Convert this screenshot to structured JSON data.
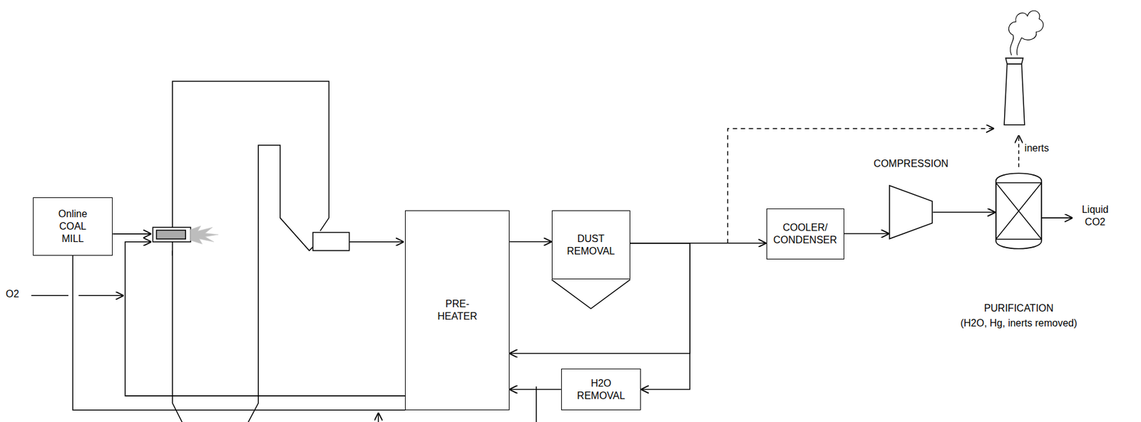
{
  "diagram": {
    "nodes": [
      {
        "text": [
          "Online COAL MILL"
        ]
      },
      {
        "text": [
          "PRE- HEATER"
        ]
      },
      {
        "text": [
          "DUST REMOVAL"
        ]
      },
      {
        "text": [
          "H2O REMOVAL"
        ]
      },
      {
        "text": [
          "COOLER/ CONDENSER"
        ]
      },
      {
        "text": [
          "COMPRESSION"
        ]
      },
      {
        "text": [
          "PURIFICATION",
          "(H2O, Hg, inerts removed)"
        ]
      }
    ],
    "edges": [
      {
        "from": 1,
        "to": 2,
        "arrow": "to"
      },
      {
        "from": 2,
        "to": 4,
        "arrow": "to"
      },
      {
        "from": 2,
        "to": 1,
        "arrow": "to"
      },
      {
        "from": 2,
        "to": 3,
        "arrow": "to"
      },
      {
        "from": 3,
        "to": 1,
        "arrow": "to"
      },
      {
        "from": 4,
        "to": 5,
        "arrow": "to"
      },
      {
        "from": 5,
        "to": 6,
        "arrow": "to"
      },
      {
        "from": 1,
        "to": 0,
        "arrow": "none"
      }
    ],
    "labels": [
      "O2",
      "inerts",
      "Liquid CO2"
    ]
  }
}
